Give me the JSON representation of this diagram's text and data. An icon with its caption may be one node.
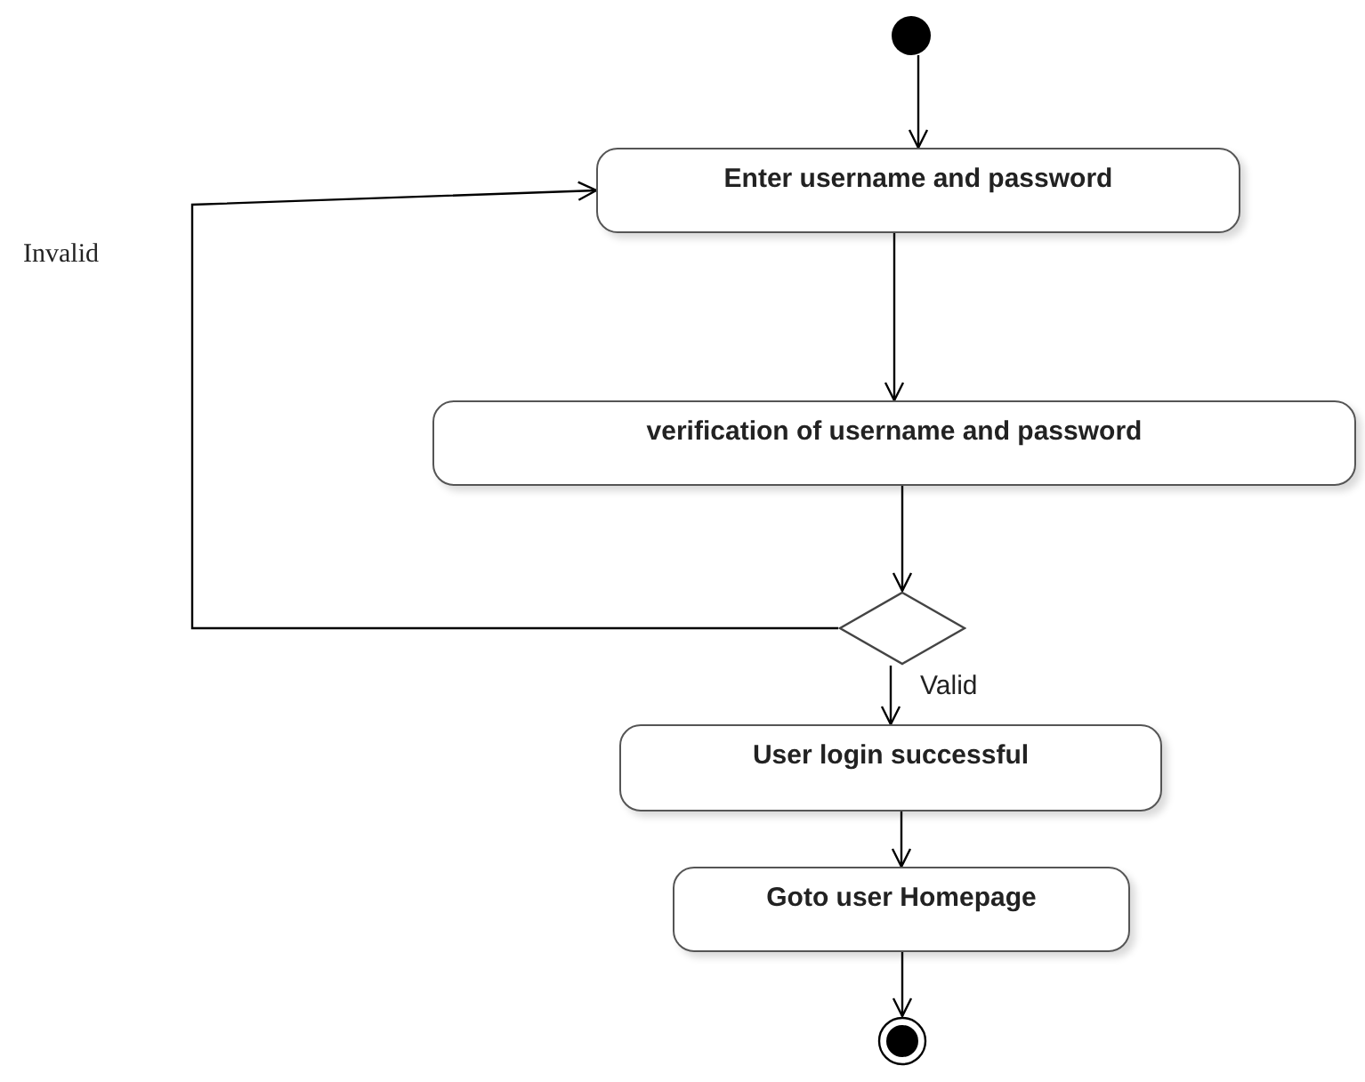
{
  "diagram": {
    "nodes": [
      {
        "text": [],
        "shape": "circle"
      },
      {
        "text": [
          "Enter username and password"
        ]
      },
      {
        "text": [
          "verification of username and password"
        ]
      },
      {
        "text": [],
        "shape": "diamond"
      },
      {
        "text": [
          "User login successful"
        ]
      },
      {
        "text": [
          "Goto user Homepage"
        ]
      },
      {
        "text": [],
        "shape": "circle"
      }
    ],
    "edges": [
      {
        "from": 0,
        "to": 1,
        "arrow": "to"
      },
      {
        "from": 1,
        "to": 2,
        "arrow": "to"
      },
      {
        "from": 2,
        "to": 3,
        "arrow": "to"
      },
      {
        "from": 3,
        "to": 1,
        "arrow": "to",
        "label": "Invalid"
      },
      {
        "from": 3,
        "to": 4,
        "arrow": "to",
        "label": "Valid"
      },
      {
        "from": 4,
        "to": 5,
        "arrow": "to"
      },
      {
        "from": 5,
        "to": 6,
        "arrow": "to"
      }
    ]
  }
}
